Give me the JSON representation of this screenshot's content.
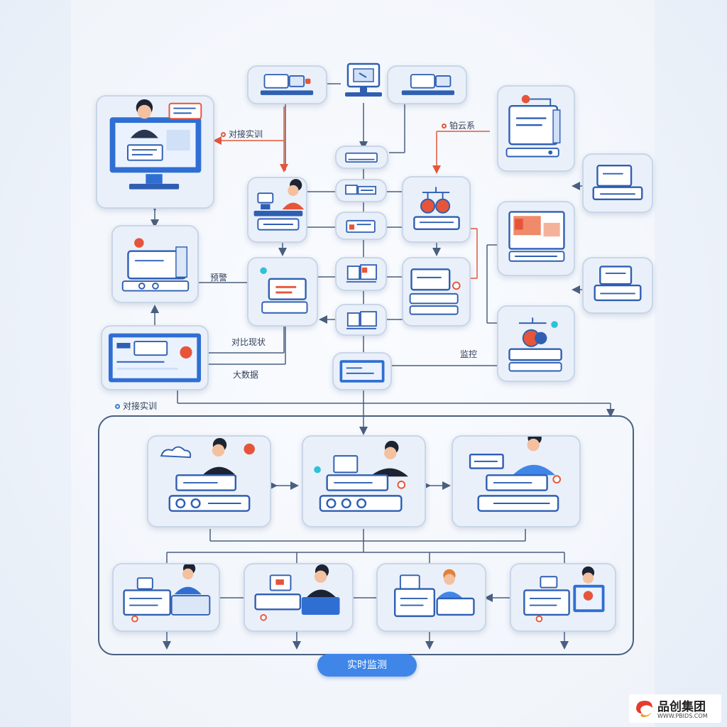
{
  "labels": {
    "top_right": "铂云系",
    "top_left": "对接实训",
    "mid_left_1": "预警",
    "mid_left_2": "对比现状",
    "mid_left_3": "大数据",
    "mid_right": "监控",
    "section": "对接实训"
  },
  "footer": {
    "button_label": "实时监测"
  },
  "watermark": {
    "name": "品创集团",
    "url": "WWW.PBIDS.COM"
  },
  "colors": {
    "accent": "#3f86e8",
    "alert": "#e6553a",
    "line": "#4a5f80",
    "card": "#eaf0f9"
  }
}
